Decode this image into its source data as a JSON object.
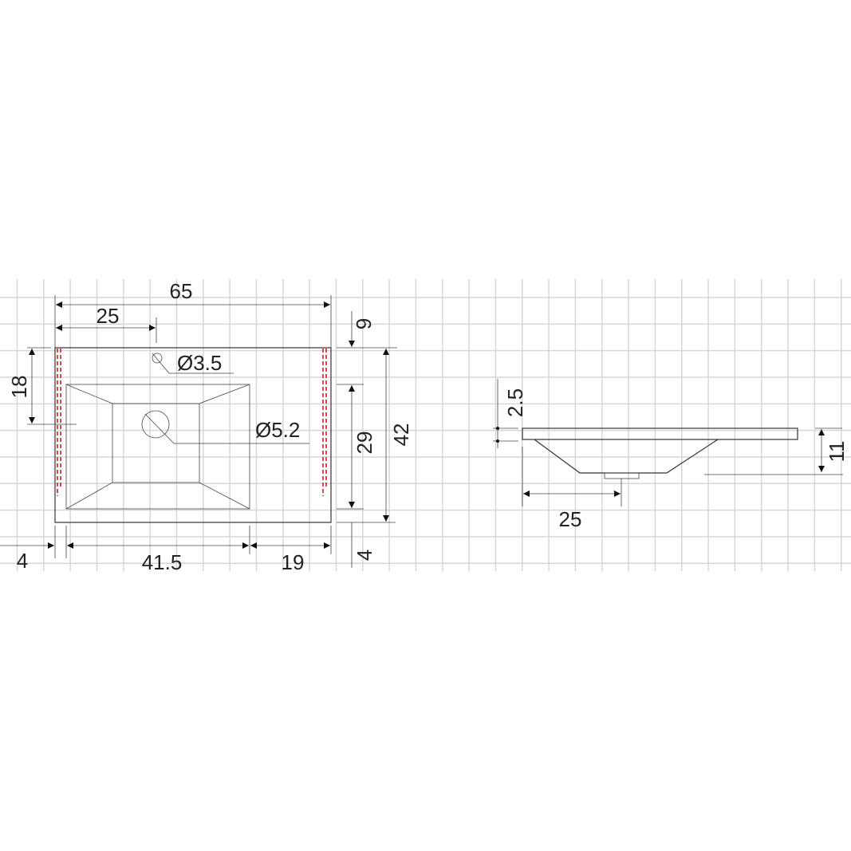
{
  "colors": {
    "line": "#333333",
    "grid": "#d6d6d6",
    "fixing_marks": "#c8202a"
  },
  "top_view": {
    "width": "65",
    "tap_hole_offset": "25",
    "drain_offset_top": "18",
    "tap_hole_diameter": "Ø3.5",
    "drain_diameter": "Ø5.2",
    "top_margin": "9",
    "basin_depth": "29",
    "depth": "42",
    "bottom_margin": "4",
    "left_margin": "4",
    "basin_width": "41.5",
    "right_ledge": "19"
  },
  "side_view": {
    "slab_thickness": "2.5",
    "total_height": "11",
    "drain_offset": "25"
  }
}
